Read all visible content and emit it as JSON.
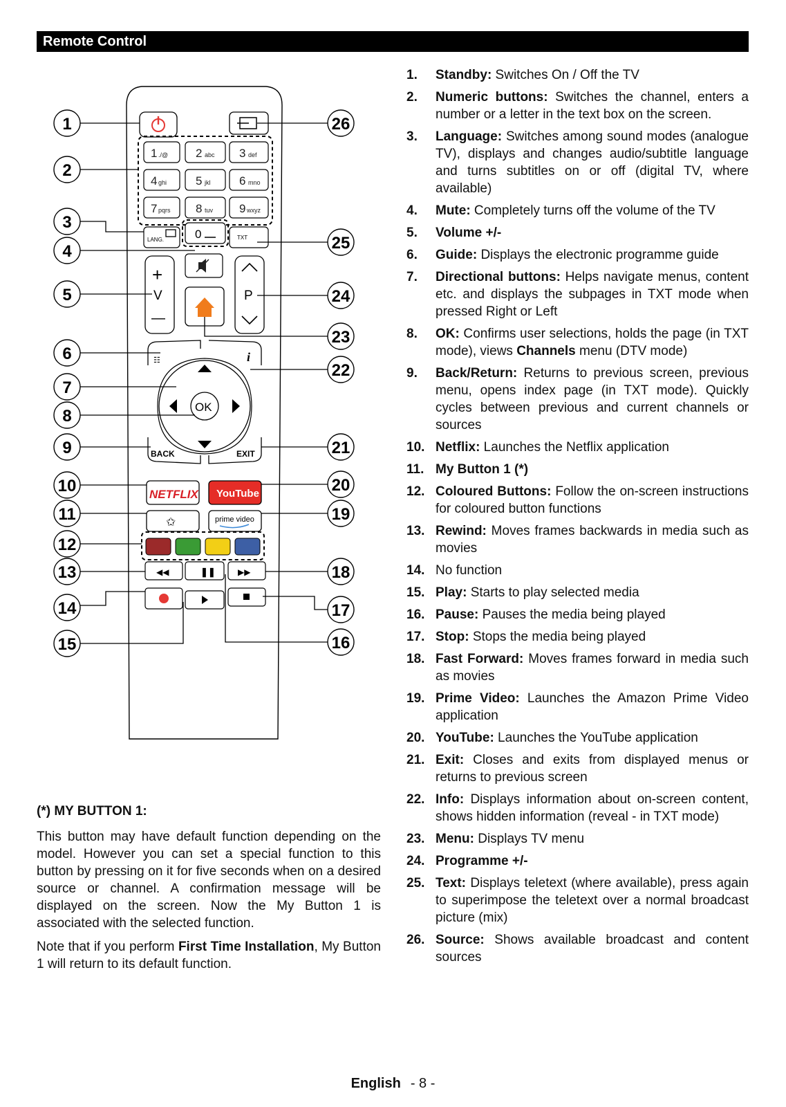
{
  "header": {
    "title": "Remote Control"
  },
  "remote": {
    "keys": {
      "n1": "1",
      "n1s": "./@",
      "n2": "2",
      "n2s": "abc",
      "n3": "3",
      "n3s": "def",
      "n4": "4",
      "n4s": "ghi",
      "n5": "5",
      "n5s": "jkl",
      "n6": "6",
      "n6s": "mno",
      "n7": "7",
      "n7s": "pqrs",
      "n8": "8",
      "n8s": "tuv",
      "n9": "9",
      "n9s": "wxyz",
      "n0": "0",
      "lang": "LANG.",
      "txt": "TXT",
      "plus": "+",
      "v": "V",
      "minus": "—",
      "p": "P",
      "ok": "OK",
      "info": "i",
      "back": "BACK",
      "exit": "EXIT",
      "netflix": "NETFLIX",
      "youtube": "YouTube",
      "prime": "prime video"
    },
    "callouts": [
      "1",
      "2",
      "3",
      "4",
      "5",
      "6",
      "7",
      "8",
      "9",
      "10",
      "11",
      "12",
      "13",
      "14",
      "15",
      "16",
      "17",
      "18",
      "19",
      "20",
      "21",
      "22",
      "23",
      "24",
      "25",
      "26"
    ]
  },
  "note": {
    "title": "(*) MY BUTTON 1:",
    "p1": "This button may have default function depending on the model. However you can set a special function to this button by pressing on it for five seconds when on a desired source or channel. A confirmation message will be displayed on the screen. Now the My Button 1 is associated with the selected function.",
    "p2_pre": "Note that if you perform ",
    "p2_bold": "First Time Installation",
    "p2_post": ", My Button 1 will return to its default function."
  },
  "items": [
    {
      "num": "1.",
      "term": "Standby:",
      "desc": " Switches On / Off the TV"
    },
    {
      "num": "2.",
      "term": "Numeric buttons:",
      "desc": " Switches the channel, enters a number or a letter in the text box on the screen."
    },
    {
      "num": "3.",
      "term": "Language:",
      "desc": " Switches among sound modes (analogue TV), displays and changes audio/subtitle language and turns subtitles on or off (digital TV, where available)"
    },
    {
      "num": "4.",
      "term": "Mute:",
      "desc": " Completely turns off the volume of the TV"
    },
    {
      "num": "5.",
      "term": "Volume +/-",
      "desc": ""
    },
    {
      "num": "6.",
      "term": "Guide:",
      "desc": " Displays the electronic programme guide"
    },
    {
      "num": "7.",
      "term": "Directional buttons:",
      "desc": " Helps navigate menus, content etc. and displays the subpages in TXT mode when pressed Right or Left"
    },
    {
      "num": "8.",
      "term": "OK:",
      "desc": " Confirms user selections, holds the page (in TXT mode), views ",
      "bold": "Channels",
      "desc2": " menu (DTV mode)"
    },
    {
      "num": "9.",
      "term": "Back/Return:",
      "desc": " Returns to previous screen, previous menu, opens index page (in TXT mode). Quickly cycles between previous and current channels or sources"
    },
    {
      "num": "10.",
      "term": "Netflix:",
      "desc": " Launches the Netflix application"
    },
    {
      "num": "11.",
      "term": "My Button 1 (*)",
      "desc": ""
    },
    {
      "num": "12.",
      "term": "Coloured Buttons:",
      "desc": " Follow the on-screen instructions for coloured button functions"
    },
    {
      "num": "13.",
      "term": "Rewind:",
      "desc": " Moves frames backwards in media such as movies"
    },
    {
      "num": "14.",
      "term": "",
      "desc": "No function"
    },
    {
      "num": "15.",
      "term": "Play:",
      "desc": " Starts to play selected media"
    },
    {
      "num": "16.",
      "term": "Pause:",
      "desc": " Pauses the media being played"
    },
    {
      "num": "17.",
      "term": "Stop:",
      "desc": " Stops the media being played"
    },
    {
      "num": "18.",
      "term": "Fast Forward:",
      "desc": " Moves frames forward in media such as movies"
    },
    {
      "num": "19.",
      "term": "Prime Video:",
      "desc": " Launches the Amazon Prime Video application"
    },
    {
      "num": "20.",
      "term": "YouTube:",
      "desc": " Launches the YouTube application"
    },
    {
      "num": "21.",
      "term": "Exit:",
      "desc": " Closes and exits from displayed menus or returns to previous screen"
    },
    {
      "num": "22.",
      "term": "Info:",
      "desc": " Displays information about on-screen content, shows hidden information (reveal - in TXT mode)"
    },
    {
      "num": "23.",
      "term": "Menu:",
      "desc": " Displays TV menu"
    },
    {
      "num": "24.",
      "term": "Programme +/-",
      "desc": ""
    },
    {
      "num": "25.",
      "term": "Text:",
      "desc": " Displays teletext (where available), press again to superimpose the teletext over a normal broadcast picture (mix)"
    },
    {
      "num": "26.",
      "term": "Source:",
      "desc": " Shows available broadcast and content sources"
    }
  ],
  "colors": {
    "red": "#9b2a2a",
    "green": "#3a9b35",
    "yellow": "#f2cf16",
    "blue": "#3d5fa5",
    "home": "#f07c1c",
    "power": "#e53935",
    "netflix": "#d81f26",
    "youtube": "#e52d27"
  },
  "footer": {
    "language": "English",
    "page": "- 8 -"
  }
}
